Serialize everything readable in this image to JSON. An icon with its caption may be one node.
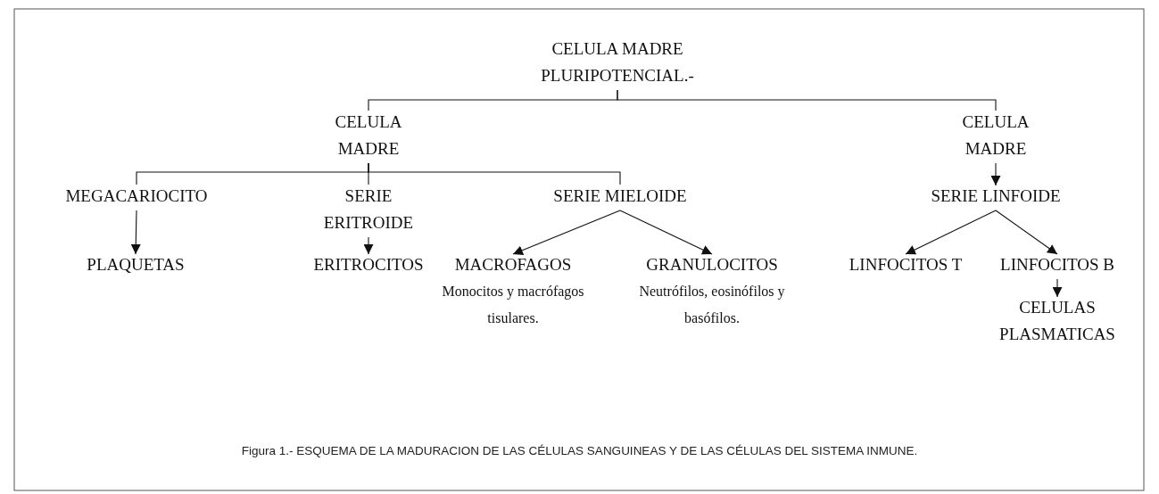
{
  "diagram": {
    "caption": "Figura 1.- ESQUEMA DE LA MADURACION DE LAS CÉLULAS SANGUINEAS Y DE LAS CÉLULAS DEL SISTEMA INMUNE.",
    "nodes": [
      {
        "text": [
          "CELULA MADRE PLURIPOTENCIAL.-"
        ]
      },
      {
        "text": [
          "CELULA MADRE"
        ]
      },
      {
        "text": [
          "CELULA MADRE"
        ]
      },
      {
        "text": [
          "MEGACARIOCITO"
        ]
      },
      {
        "text": [
          "SERIE ERITROIDE"
        ]
      },
      {
        "text": [
          "SERIE MIELOIDE"
        ]
      },
      {
        "text": [
          "SERIE LINFOIDE"
        ]
      },
      {
        "text": [
          "PLAQUETAS"
        ]
      },
      {
        "text": [
          "ERITROCITOS"
        ]
      },
      {
        "text": [
          "MACROFAGOS",
          "Monocitos y macrófagos tisulares."
        ]
      },
      {
        "text": [
          "GRANULOCITOS",
          "Neutrófilos, eosinófilos y basófilos."
        ]
      },
      {
        "text": [
          "LINFOCITOS T"
        ]
      },
      {
        "text": [
          "LINFOCITOS B"
        ]
      },
      {
        "text": [
          "CELULAS PLASMATICAS"
        ]
      }
    ],
    "edges": [
      {
        "from": 0,
        "to": 1,
        "arrow": "none"
      },
      {
        "from": 0,
        "to": 2,
        "arrow": "none"
      },
      {
        "from": 1,
        "to": 3,
        "arrow": "none"
      },
      {
        "from": 1,
        "to": 4,
        "arrow": "none"
      },
      {
        "from": 1,
        "to": 5,
        "arrow": "none"
      },
      {
        "from": 2,
        "to": 6,
        "arrow": "to"
      },
      {
        "from": 3,
        "to": 7,
        "arrow": "to"
      },
      {
        "from": 4,
        "to": 8,
        "arrow": "to"
      },
      {
        "from": 5,
        "to": 9,
        "arrow": "to"
      },
      {
        "from": 5,
        "to": 10,
        "arrow": "to"
      },
      {
        "from": 6,
        "to": 11,
        "arrow": "to"
      },
      {
        "from": 6,
        "to": 12,
        "arrow": "to"
      },
      {
        "from": 12,
        "to": 13,
        "arrow": "to"
      }
    ]
  }
}
